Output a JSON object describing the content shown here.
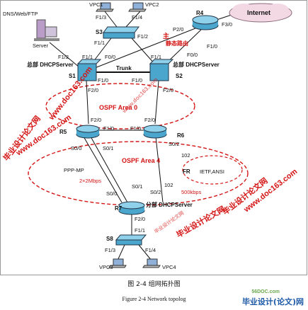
{
  "devices": {
    "server_top": "DNS/Web/FTP",
    "server_label": "Server",
    "vpc1": "VPC1",
    "vpc2": "VPC2",
    "vpc3": "VPC3",
    "vpc4": "VPC4",
    "s3": "S3",
    "s1": "S1",
    "s2": "S2",
    "s8": "S8",
    "r4": "R4",
    "r5": "R5",
    "r6": "R6",
    "r7": "R7",
    "internet": "Internet",
    "hq_dhcp_left": "总部 DHCPServer",
    "hq_dhcp_right": "总部 DHCPServer",
    "branch_dhcp": "分部 DHCPServer"
  },
  "ports": {
    "s3_f13": "F1/3",
    "s3_f14": "F1/4",
    "s3_f11": "F1/1",
    "s3_f12": "F1/2",
    "s1_f12": "F1/2",
    "s1_f11": "F1/1",
    "s1_f00": "F0/0",
    "s1_f10": "F1/0",
    "s1_f20": "F2/0",
    "s2_f11": "F1/1",
    "s2_f10": "F1/0",
    "s2_f20": "F2/0",
    "r4_p20": "P2/0",
    "r4_f30": "F3/0",
    "r4_f10": "F1/0",
    "r4_f00": "F0/0",
    "r5_f20": "F2/0",
    "r5_f10": "F1/0",
    "r5_s00": "S0/0",
    "r5_s01": "S0/1",
    "r6_f20": "F2/0",
    "r6_f10": "F1/0",
    "r6_s02": "S0/2",
    "dlci": "102",
    "r7_s00": "S0/0",
    "r7_s01": "S0/1",
    "r7_s02": "S0/2",
    "r7_dlci": "102",
    "r7_f20": "F2/0",
    "s8_f11": "F1/1",
    "s8_f13": "F1/3",
    "s8_f14": "F1/4"
  },
  "links": {
    "trunk": "Trunk",
    "static_route": "静态路由",
    "ppp_mp": "PPP-MP",
    "ppp_bw": "2×2Mbps",
    "fr_bw": "500kbps",
    "fr": "FR",
    "fr_std": "IETF,ANSI"
  },
  "areas": {
    "area0": "OSPF Area 0",
    "area4": "OSPF Area 4"
  },
  "watermarks": {
    "url1": "www.doc163.com",
    "url2": "www.doc163.com",
    "url3": "www.doc163.com",
    "url4": "www.doc163.com",
    "cn1": "毕业设计论文网",
    "cn2": "毕业设计论文网",
    "cn3": "毕业设计论文网",
    "cn4": "毕业设计论文网",
    "red_mark": "主"
  },
  "caption": {
    "cn": "图 2-4 组网拓扑图",
    "en": "Figure 2-4 Network topolog"
  },
  "footer": {
    "site": "56DOC.com",
    "brand": "毕业设计(论文)网"
  }
}
